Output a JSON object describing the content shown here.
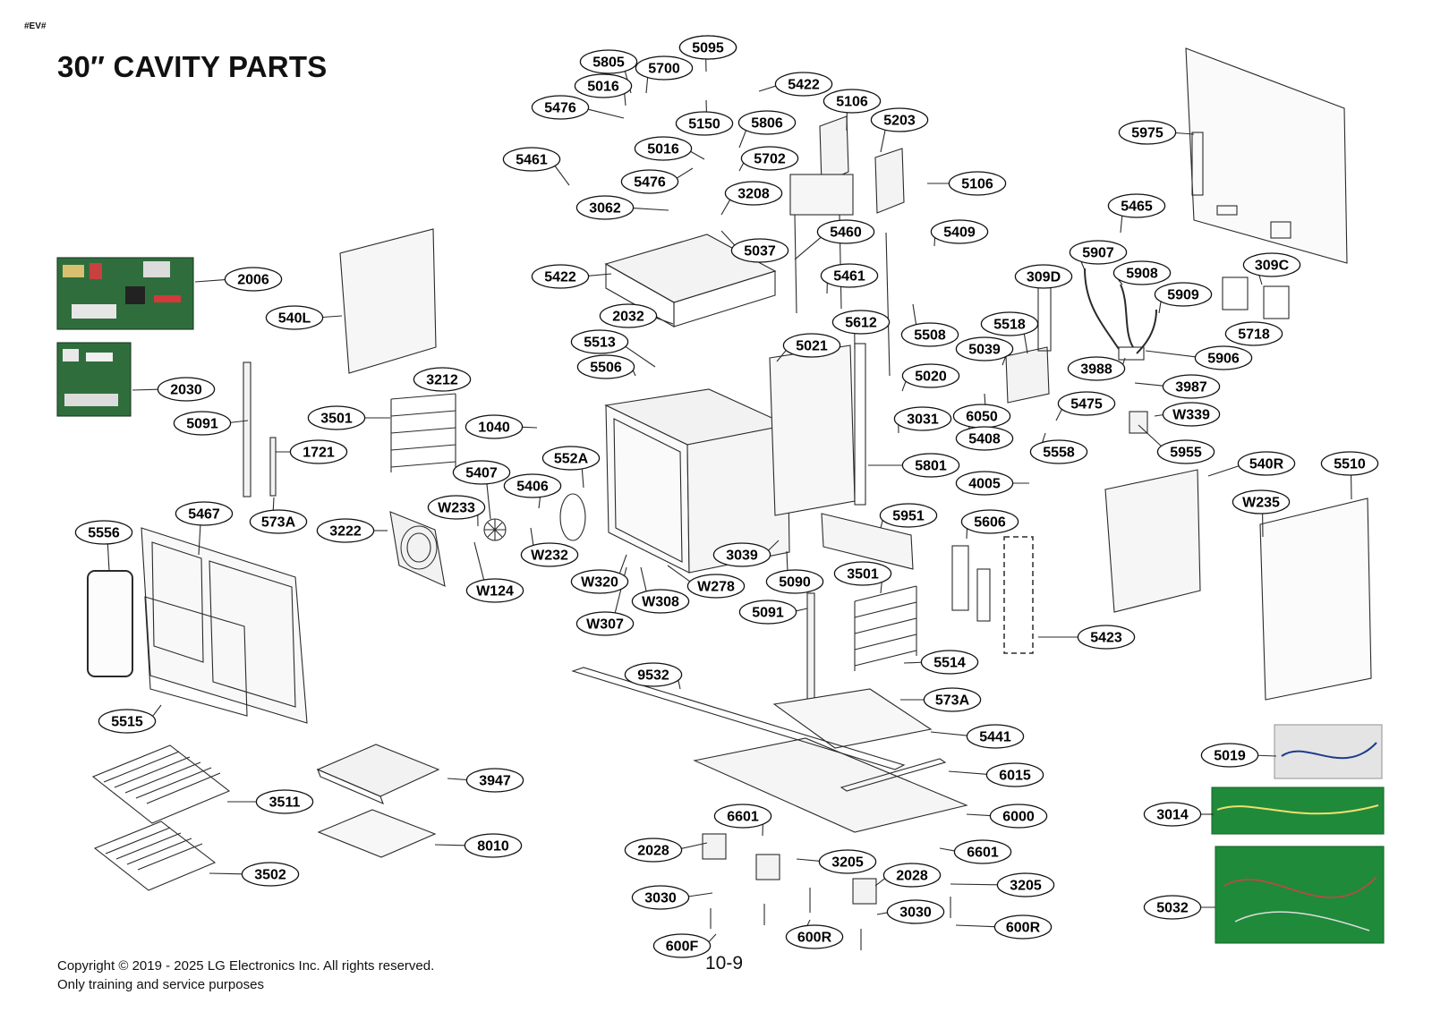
{
  "header": {
    "tag": "#EV#",
    "title": "30″ CAVITY PARTS"
  },
  "footer": {
    "copyright": "Copyright © 2019 - 2025 LG Electronics Inc. All rights reserved.",
    "note": "Only training and service purposes",
    "page_number": "10-9"
  },
  "colors": {
    "line": "#2a2a2a",
    "part_fill": "#f4f4f4",
    "board_green": "#2f6e3c",
    "harness_green": "#1f8a3a",
    "label_border": "#111111"
  },
  "callouts": [
    "5805",
    "5700",
    "5095",
    "5016",
    "5476",
    "5150",
    "5422",
    "5095",
    "5106",
    "5203",
    "5806",
    "5016",
    "5702",
    "5461",
    "5476",
    "3208",
    "3062",
    "5106",
    "5975",
    "5037",
    "5460",
    "5409",
    "5465",
    "5422",
    "5461",
    "5907",
    "5908",
    "309D",
    "309C",
    "2006",
    "540L",
    "5909",
    "2032",
    "5612",
    "5518",
    "5718",
    "5513",
    "5021",
    "5508",
    "5039",
    "5906",
    "3212",
    "5506",
    "5020",
    "3988",
    "3987",
    "2030",
    "6050",
    "5475",
    "3501",
    "1040",
    "3031",
    "W339",
    "5091",
    "5408",
    "5558",
    "5955",
    "1721",
    "552A",
    "5801",
    "4005",
    "540R",
    "5510",
    "5407",
    "5406",
    "5467",
    "W233",
    "5556",
    "573A",
    "3222",
    "5951",
    "5606",
    "W235",
    "W232",
    "3039",
    "W320",
    "W278",
    "W124",
    "5090",
    "3501",
    "W308",
    "W307",
    "5091",
    "5423",
    "5514",
    "9532",
    "573A",
    "5515",
    "5441",
    "5019",
    "3947",
    "6015",
    "3511",
    "3014",
    "6000",
    "6601",
    "2028",
    "6601",
    "3205",
    "2028",
    "3502",
    "8010",
    "3205",
    "5032",
    "3030",
    "3030",
    "600R",
    "600R",
    "600F"
  ]
}
